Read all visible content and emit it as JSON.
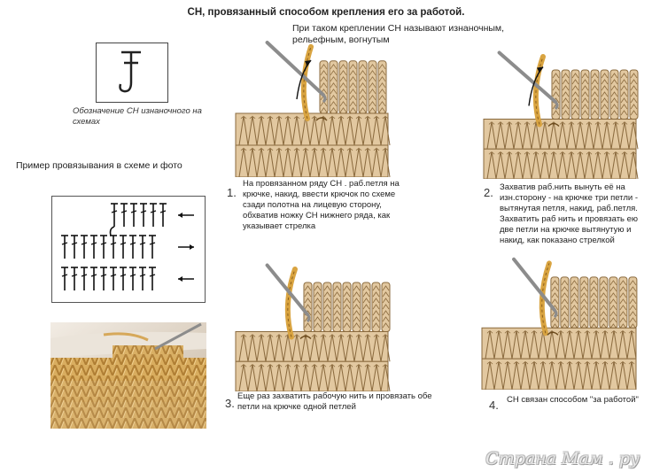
{
  "title": "СН, провязанный способом крепления его за работой.",
  "subnote": "При таком креплении СН называют изнаночным, рельефным, вогнутым",
  "legend_caption": "Обозначение СН изнаночного на схемах",
  "example_label": "Пример провязывания в схеме и фото",
  "steps": [
    {
      "num": "1.",
      "text": "На провязанном ряду СН  . раб.петля на крючке, накид, ввести крючок по схеме сзади полотна на лицевую сторону, обхватив ножку СН нижнего ряда, как указывает стрелка"
    },
    {
      "num": "2.",
      "text": "Захватив раб.нить вынуть её на изн.сторону - на крючке три петли - вытянутая петля, накид, раб.петля. Захватить раб нить и провязать ею две петли на крючке  вытянутую и накид, как показано стрелкой"
    },
    {
      "num": "3.",
      "text": "Еще раз захватить рабочую нить и провязать обе петли на крючке одной петлей"
    },
    {
      "num": "4.",
      "text": "СН связан способом \"за работой\""
    }
  ],
  "watermark": "Страна Мам . ру",
  "colors": {
    "yarn": "#e2c8a0",
    "yarn_line": "#8a6a3e",
    "yarn_working": "#d9a441",
    "hook": "#8c8c8c",
    "photo_yarn": "#d6a85a"
  }
}
